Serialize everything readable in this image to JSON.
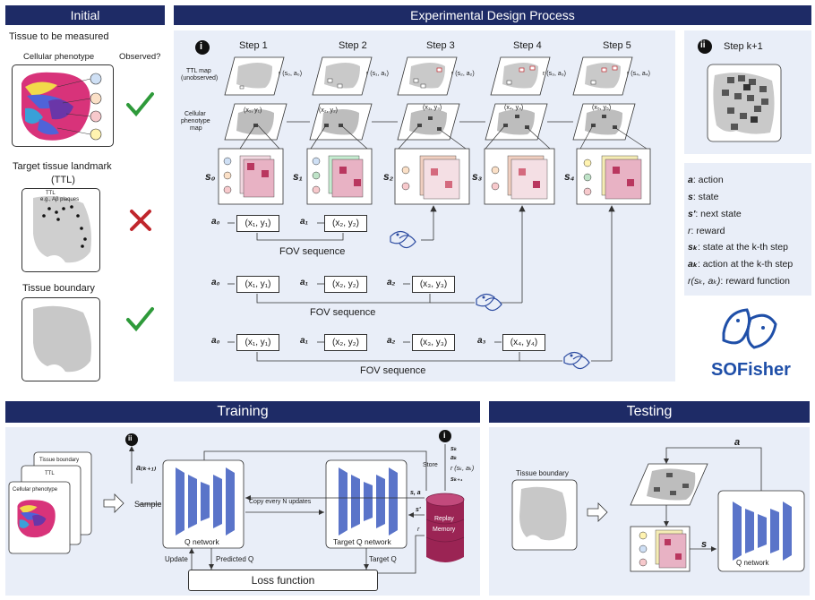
{
  "initial": {
    "title": "Initial",
    "tissue_label": "Tissue to be measured",
    "cell_pheno": "Cellular phenotype",
    "observed": "Observed?",
    "ttl_label": "Target tissue landmark",
    "ttl_abbr": "(TTL)",
    "ttl_inner": "TTL",
    "ttl_example": "e.g., Aβ plaques",
    "boundary_label": "Tissue boundary"
  },
  "design": {
    "title": "Experimental Design Process",
    "marker_i": "i",
    "steps": [
      "Step 1",
      "Step 2",
      "Step 3",
      "Step 4",
      "Step 5"
    ],
    "ttl_map": "TTL map",
    "ttl_map_sub": "(unobserved)",
    "pheno_map": [
      "Cellular",
      "phenotype",
      "map"
    ],
    "rewards": [
      "r (s₀, a₀)",
      "r (s₁, a₁)",
      "r (s₂, a₂)",
      "r (s₃, a₃)",
      "r (s₄, a₄)"
    ],
    "coords": [
      "(x₁, y₁)",
      "(x₂, y₂)",
      "(x₃, y₃)",
      "(x₄, y₄)",
      "(x₅, y₅)"
    ],
    "states": [
      "s₀",
      "s₁",
      "s₂",
      "s₃",
      "s₄"
    ],
    "seq_rows": [
      {
        "actions": [
          "a₀",
          "a₁"
        ],
        "coords": [
          "(x₁, y₁)",
          "(x₂, y₂)"
        ],
        "label": "FOV sequence"
      },
      {
        "actions": [
          "a₀",
          "a₁",
          "a₂"
        ],
        "coords": [
          "(x₁, y₁)",
          "(x₂, y₂)",
          "(x₃, y₃)"
        ],
        "label": "FOV sequence"
      },
      {
        "actions": [
          "a₀",
          "a₁",
          "a₂",
          "a₃"
        ],
        "coords": [
          "(x₁, y₁)",
          "(x₂, y₂)",
          "(x₃, y₃)",
          "(x₄, y₄)"
        ],
        "label": "FOV sequence"
      }
    ]
  },
  "stepk": {
    "marker": "ii",
    "title": "Step k+1"
  },
  "legend": [
    {
      "sym": "a",
      "text": ": action"
    },
    {
      "sym": "s",
      "text": ": state"
    },
    {
      "sym": "s'",
      "text": ": next state"
    },
    {
      "sym": "r",
      "text": ": reward"
    },
    {
      "sym": "sₖ",
      "text": ": state at the k-th step"
    },
    {
      "sym": "aₖ",
      "text": ": action at the k-th step"
    },
    {
      "sym": "r(sₖ, aₖ)",
      "text": ": reward function"
    }
  ],
  "brand": "SOFisher",
  "training": {
    "title": "Training",
    "stack": [
      "Tissue boundary",
      "TTL",
      "Cellular phenotype"
    ],
    "marker_ii": "ii",
    "a_k1": "a₍ₖ₊₁₎",
    "sample": "Sample",
    "q_network": "Q network",
    "copy": "Copy every N updates",
    "target_q_network": "Target Q network",
    "store": "Store",
    "marker_i": "i",
    "tuple": [
      "sₖ",
      "aₖ",
      "r (sₖ, aₖ)",
      "sₖ₊₁"
    ],
    "s_a": "s, a",
    "s_prime": "s'",
    "r": "r",
    "replay": [
      "Replay",
      "Memory"
    ],
    "update": "Update",
    "predicted_q": "Predicted Q",
    "target_q": "Target Q",
    "loss": "Loss function"
  },
  "testing": {
    "title": "Testing",
    "boundary": "Tissue boundary",
    "a": "a",
    "s": "s",
    "q_network": "Q network"
  },
  "colors": {
    "header": "#1e2b66",
    "panel": "#e9eef8",
    "network": "#5a74c9",
    "replay": "#9b2454",
    "check": "#2e9a3a",
    "cross": "#c0262c"
  }
}
